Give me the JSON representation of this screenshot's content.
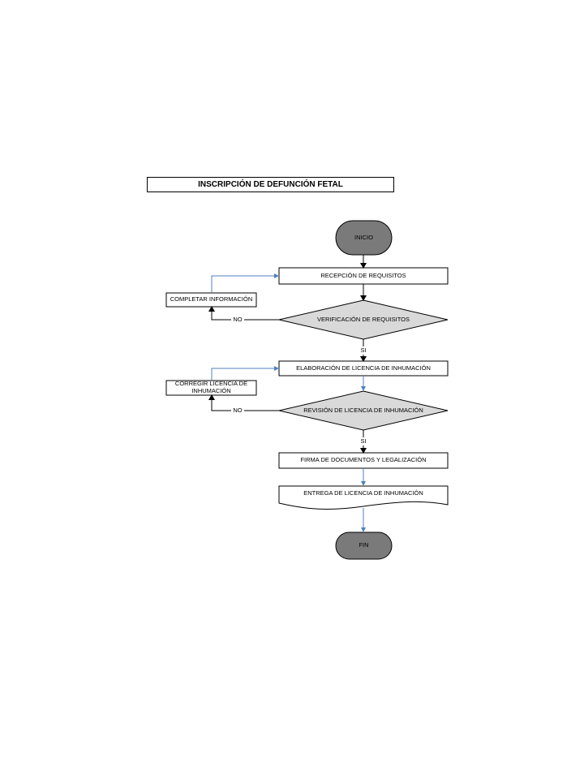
{
  "title": "INSCRIPCIÓN DE DEFUNCIÓN FETAL",
  "colors": {
    "terminal_fill": "#7a7a7a",
    "decision_fill": "#d9d9d9",
    "line_blue": "#4f81bd",
    "line_black": "#000000"
  },
  "nodes": {
    "start": "INICIO",
    "reception": "RECEPCIÓN DE REQUISITOS",
    "complete_info": "COMPLETAR INFORMACIÓN",
    "verification": "VERIFICACIÓN DE REQUISITOS",
    "elaboration": "ELABORACIÓN DE LICENCIA DE INHUMACIÓN",
    "correct_license": "CORREGIR LICENCIA DE INHUMACIÓN",
    "review": "REVISIÓN DE LICENCIA DE INHUMACIÓN",
    "signature": "FIRMA DE DOCUMENTOS Y LEGALIZACIÓN",
    "delivery": "ENTREGA DE LICENCIA DE INHUMACIÓN",
    "end": "FIN"
  },
  "edge_labels": {
    "no_1": "NO",
    "si_1": "SI",
    "no_2": "NO",
    "si_2": "SI"
  }
}
